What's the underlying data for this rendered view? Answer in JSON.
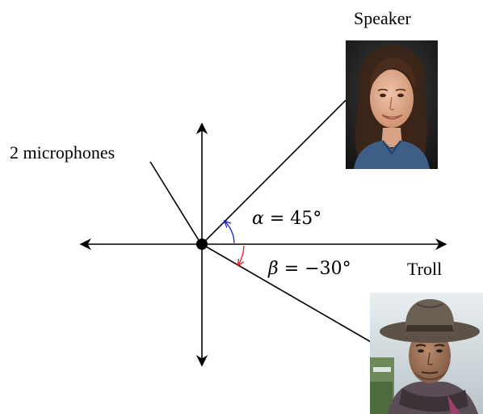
{
  "labels": {
    "speaker": "Speaker",
    "troll": "Troll",
    "microphones": "2 microphones",
    "alpha_symbol": "α",
    "alpha_eq": " = 45°",
    "beta_symbol": "β",
    "beta_eq": " = −30°"
  },
  "angles": {
    "speaker_deg": 45,
    "troll_deg": -30
  },
  "photos": {
    "speaker": "woman-portrait",
    "troll": "man-in-hat-portrait"
  },
  "colors": {
    "axis": "#000000",
    "alpha_arc": "#1a1adb",
    "beta_arc": "#e02020",
    "origin_dot": "#000000"
  }
}
